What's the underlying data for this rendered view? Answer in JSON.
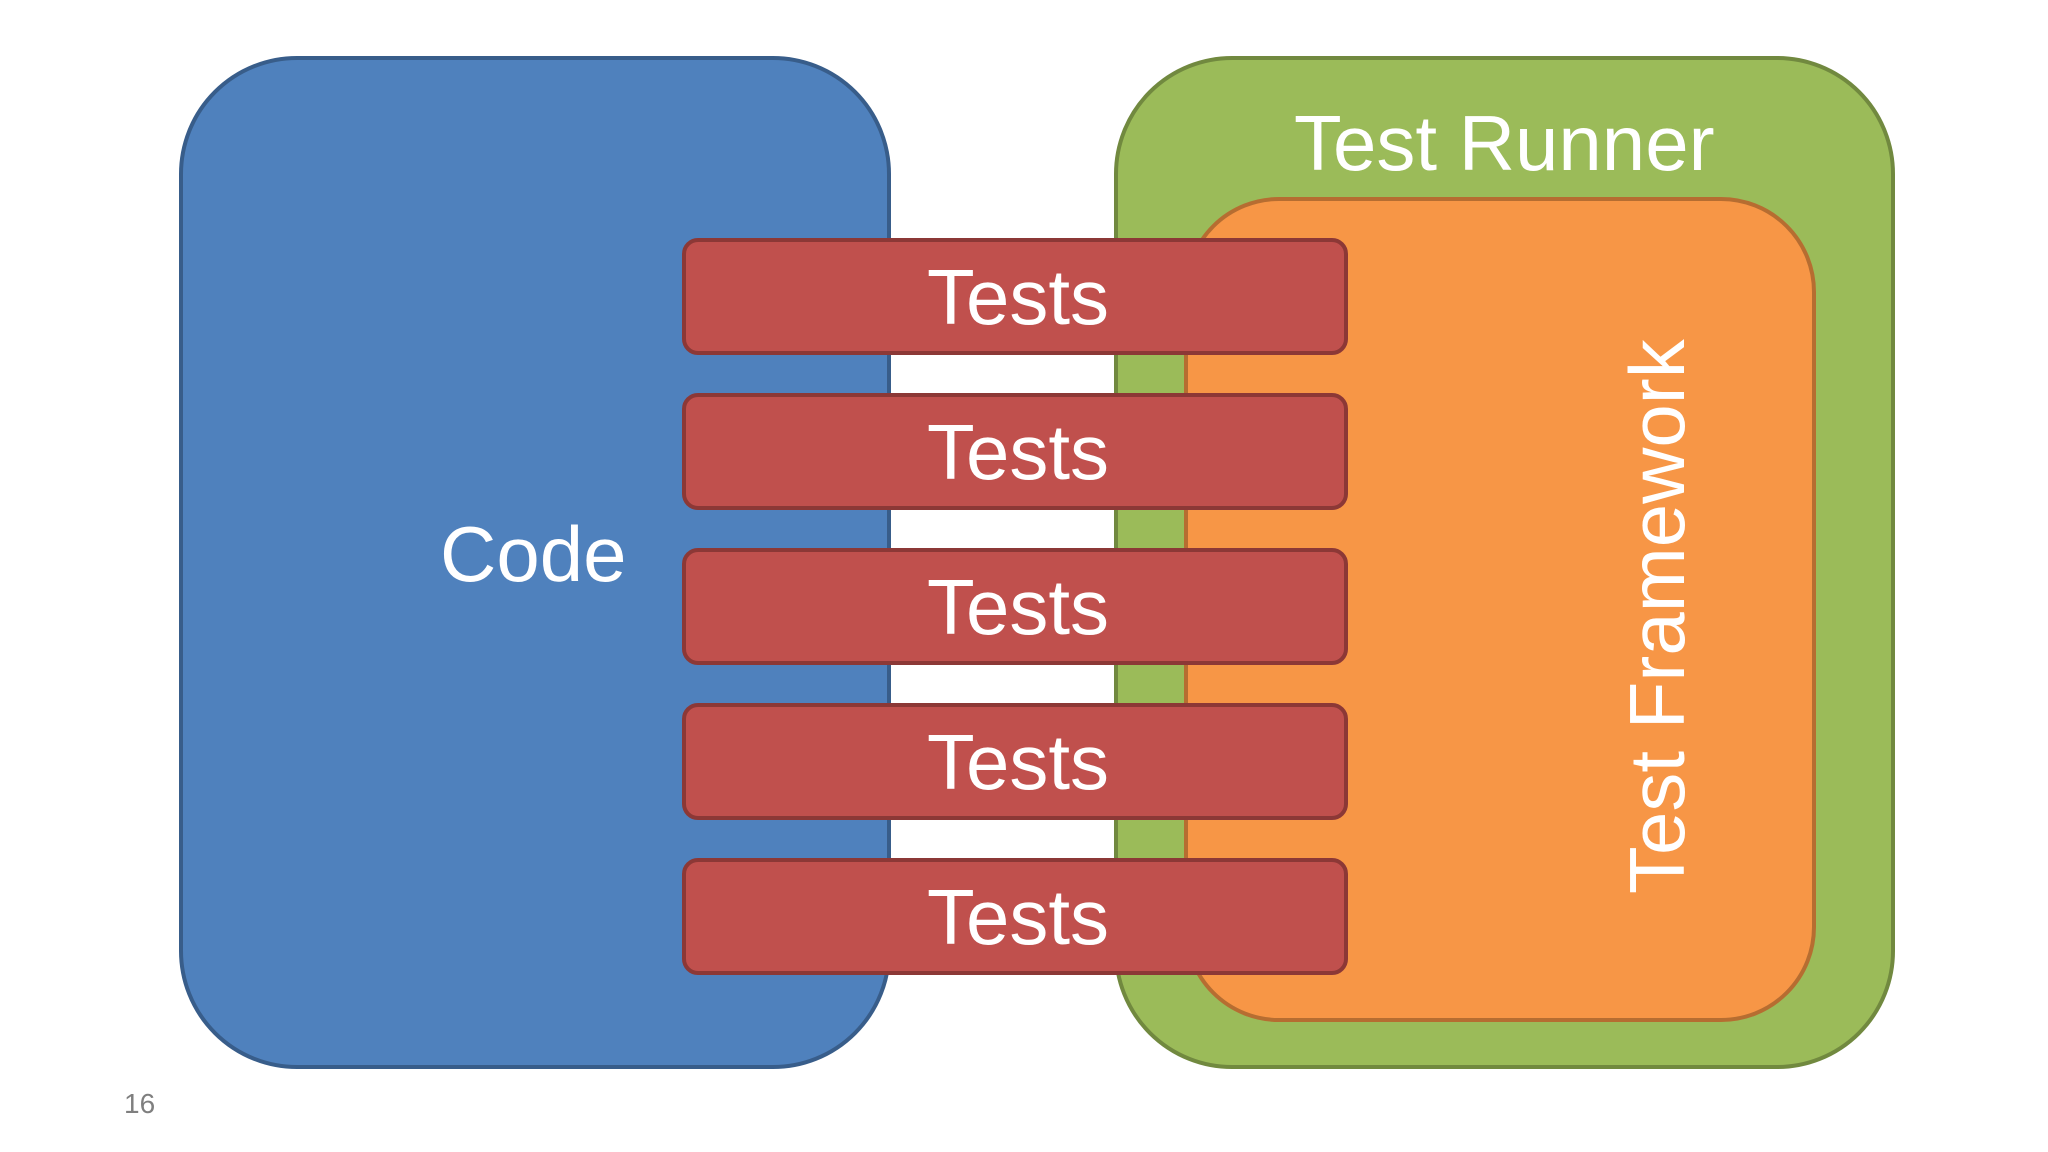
{
  "diagram": {
    "code": {
      "label": "Code",
      "fill": "#4f81bd",
      "border": "#385d8a"
    },
    "runner": {
      "label": "Test Runner",
      "fill": "#9bbb59",
      "border": "#71893f"
    },
    "framework": {
      "label": "Test Framework",
      "fill": "#f79646",
      "border": "#b66d31"
    },
    "tests": [
      {
        "label": "Tests"
      },
      {
        "label": "Tests"
      },
      {
        "label": "Tests"
      },
      {
        "label": "Tests"
      },
      {
        "label": "Tests"
      }
    ],
    "tests_fill": "#c0504d",
    "tests_border": "#8c3836"
  },
  "slide": {
    "page_number": "16"
  }
}
